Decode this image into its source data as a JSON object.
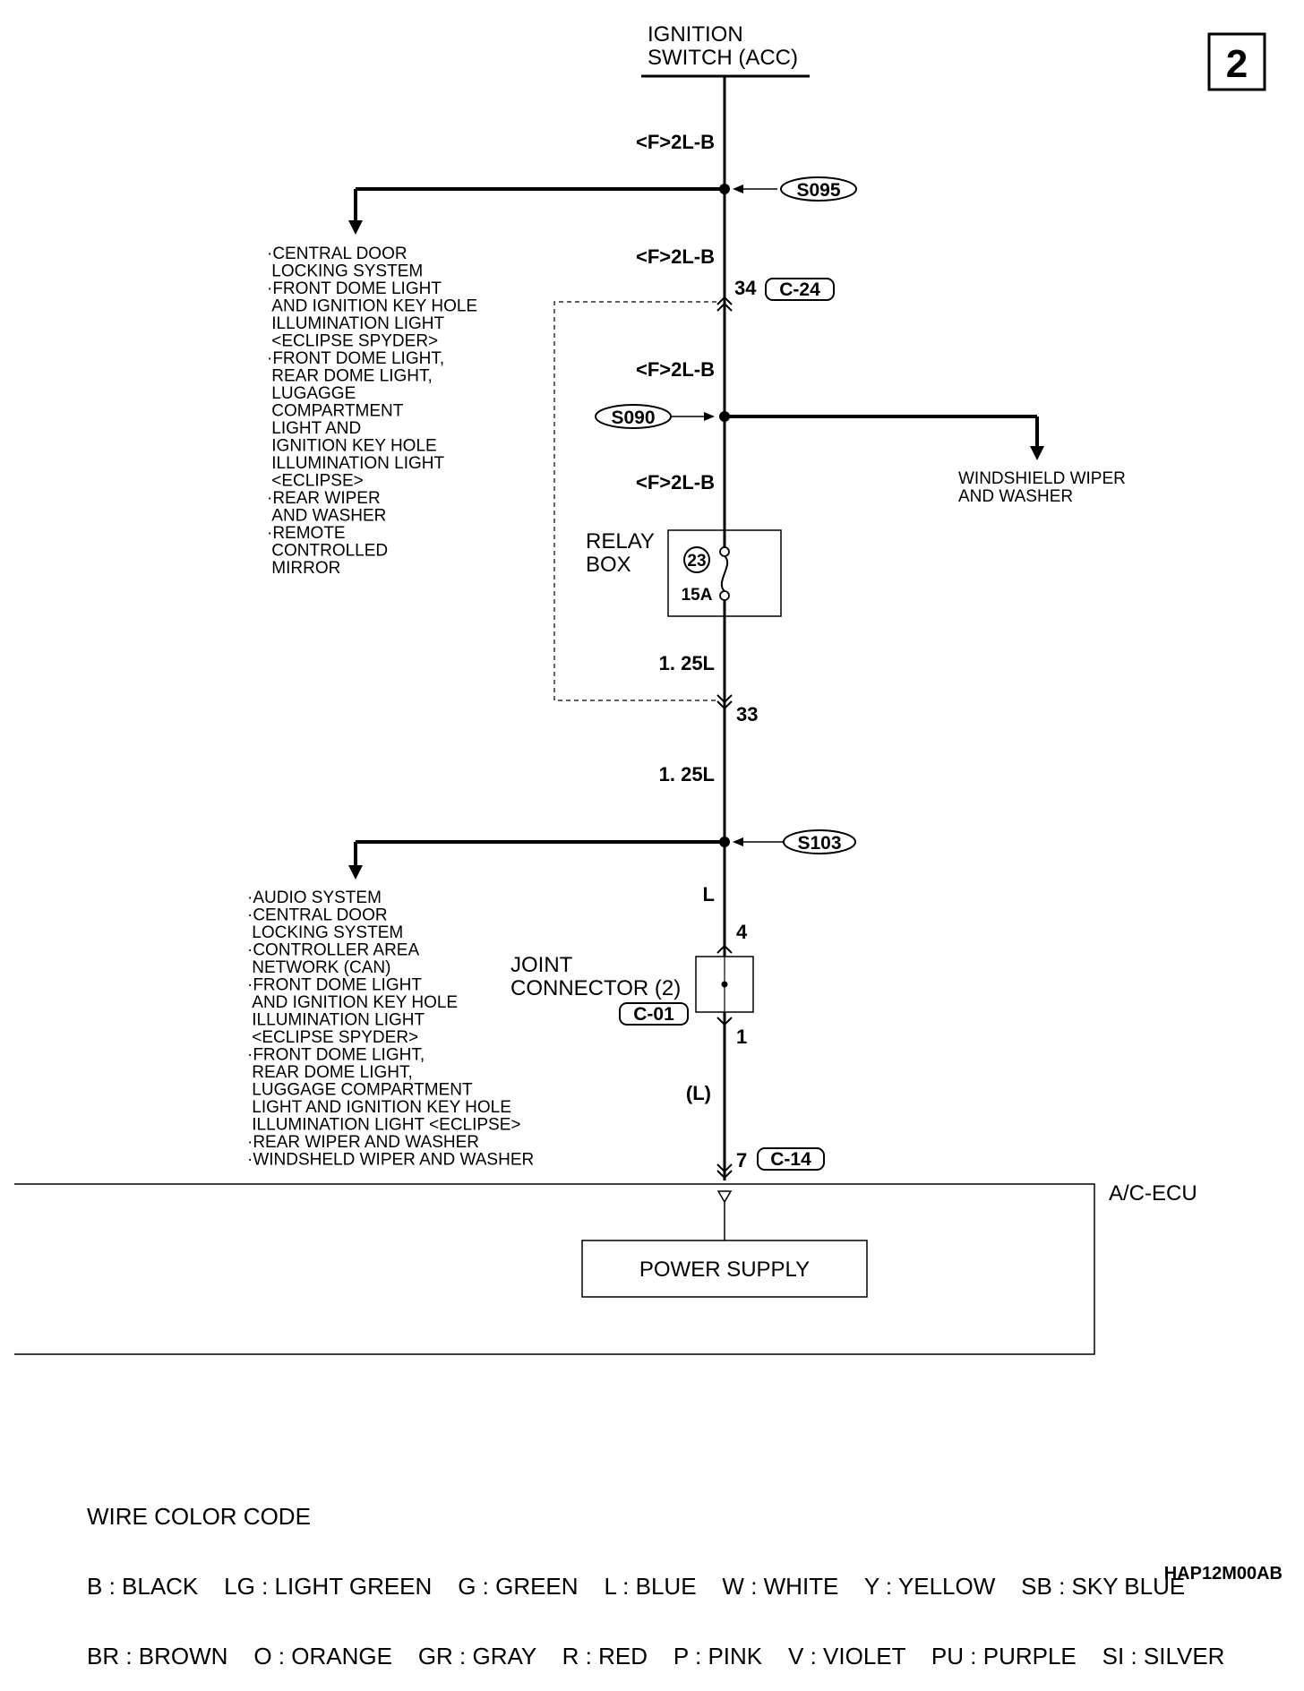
{
  "page_number": "2",
  "ignition": {
    "line1": "IGNITION",
    "line2": "SWITCH (ACC)"
  },
  "wires": {
    "w1": "<F>2L-B",
    "w2": "<F>2L-B",
    "w3": "<F>2L-B",
    "w4": "<F>2L-B",
    "w5": "1. 25L",
    "w6": "1. 25L",
    "w7": "L",
    "w8": "(L)"
  },
  "splices": {
    "s095": "S095",
    "s090": "S090",
    "s103": "S103"
  },
  "connectors": {
    "c24_pin": "34",
    "c24": "C-24",
    "pin33": "33",
    "pin4": "4",
    "c01": "C-01",
    "pin1": "1",
    "c14_pin": "7",
    "c14": "C-14"
  },
  "relay": {
    "line1": "RELAY",
    "line2": "BOX",
    "fuse_no": "23",
    "fuse_amp": "15A"
  },
  "joint": {
    "line1": "JOINT",
    "line2": "CONNECTOR (2)"
  },
  "windshield": {
    "line1": "WINDSHIELD WIPER",
    "line2": "AND WASHER"
  },
  "left_list_1": [
    "·CENTRAL DOOR",
    " LOCKING SYSTEM",
    "·FRONT DOME LIGHT",
    " AND IGNITION KEY HOLE",
    " ILLUMINATION LIGHT",
    " <ECLIPSE SPYDER>",
    "·FRONT DOME LIGHT,",
    " REAR DOME LIGHT,",
    " LUGAGGE",
    " COMPARTMENT",
    " LIGHT AND",
    " IGNITION KEY HOLE",
    " ILLUMINATION LIGHT",
    " <ECLIPSE>",
    "·REAR WIPER",
    " AND WASHER",
    "·REMOTE",
    " CONTROLLED",
    " MIRROR"
  ],
  "left_list_2": [
    "·AUDIO SYSTEM",
    "·CENTRAL DOOR",
    " LOCKING SYSTEM",
    "·CONTROLLER AREA",
    " NETWORK (CAN)",
    "·FRONT DOME LIGHT",
    " AND IGNITION KEY HOLE",
    " ILLUMINATION LIGHT",
    " <ECLIPSE SPYDER>",
    "·FRONT DOME LIGHT,",
    " REAR DOME LIGHT,",
    " LUGGAGE COMPARTMENT",
    " LIGHT AND IGNITION KEY HOLE",
    " ILLUMINATION LIGHT <ECLIPSE>",
    "·REAR WIPER AND WASHER",
    "·WINDSHELD WIPER  AND WASHER"
  ],
  "ecu": {
    "label": "A/C-ECU",
    "block": "POWER SUPPLY"
  },
  "legend": {
    "title": "WIRE COLOR CODE",
    "row1": "B : BLACK    LG : LIGHT GREEN    G : GREEN    L : BLUE    W : WHITE    Y : YELLOW    SB : SKY BLUE",
    "row2": "BR : BROWN    O : ORANGE    GR : GRAY    R : RED    P : PINK    V : VIOLET    PU : PURPLE    SI : SILVER"
  },
  "figure_code": "HAP12M00AB"
}
